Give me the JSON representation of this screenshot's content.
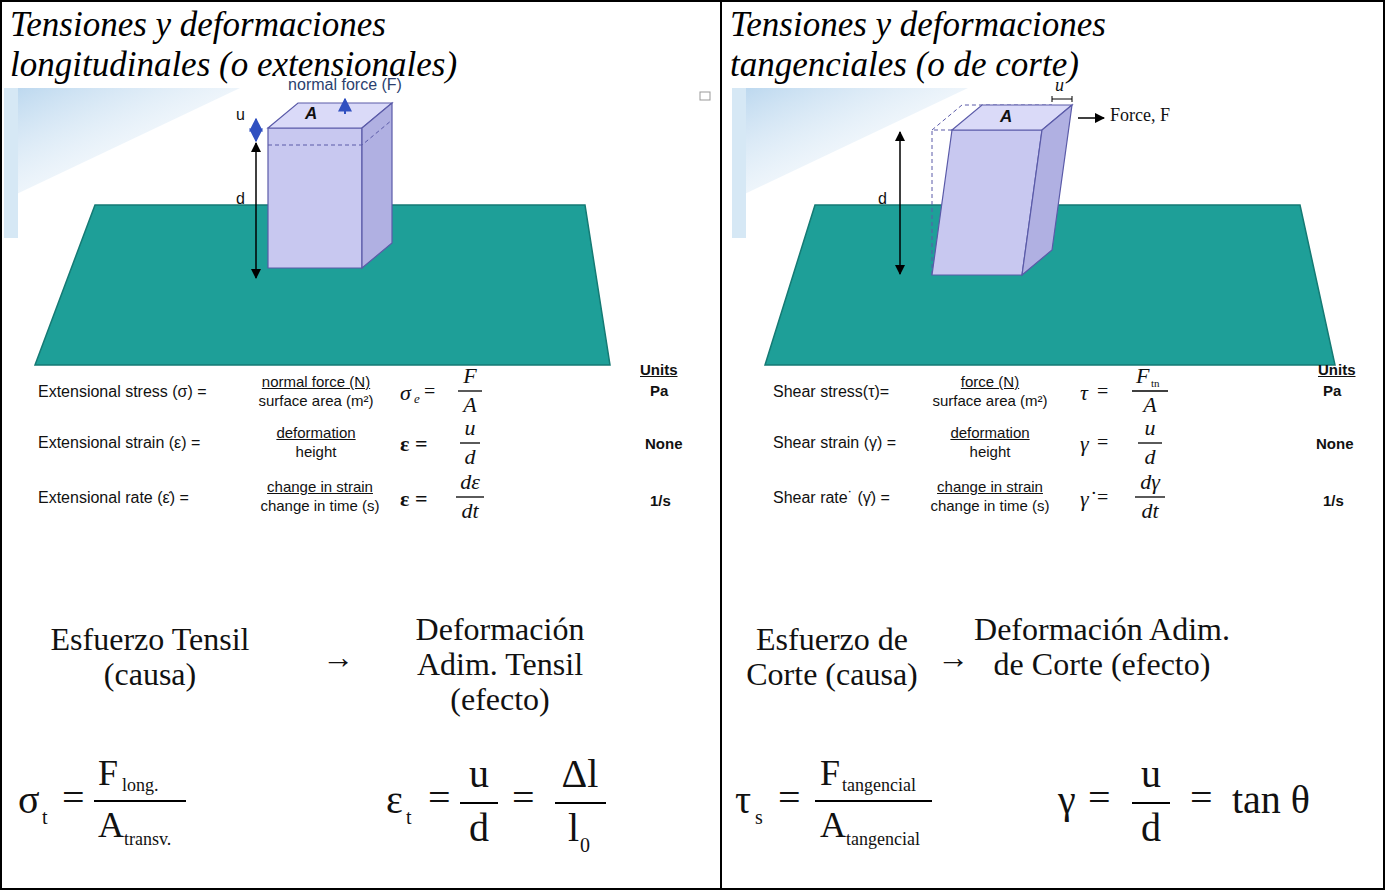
{
  "diagram": {
    "nodes": [
      {
        "text": [
          "Tensiones y deformaciones longitudinales (o extensionales)"
        ]
      },
      {
        "text": [
          "Tensiones y deformaciones tangenciales (o de corte)"
        ]
      }
    ],
    "labels": [
      "normal force (F)",
      "u",
      "A",
      "d",
      "Units",
      "Extensional stress (σ) =",
      "normal force (N)",
      "surface area (m²)",
      "σ",
      "e",
      "=",
      "F",
      "A",
      "Pa",
      "Extensional strain (ε) =",
      "deformation",
      "height",
      "ε =",
      "u",
      "d",
      "None",
      "Extensional rate (ε̇) =",
      "change in strain",
      "change in time (s)",
      "ε =",
      "dε",
      "dt",
      "1/s",
      "u",
      "A",
      "Force, F",
      "d",
      "Units",
      "Shear stress(τ)=",
      "force (N)",
      "surface area (m²)",
      "τ",
      "=",
      "F",
      "tn",
      "A",
      "Pa",
      "Shear strain (γ) =",
      "deformation",
      "height",
      "γ",
      "=",
      "u",
      "d",
      "None",
      "Shear rate˙ (γ̇) =",
      "change in strain",
      "change in time (s)",
      "γ̇",
      "=",
      "dγ",
      "dt",
      "1/s",
      "Esfuerzo Tensil (causa)",
      "→",
      "Deformación Adim. Tensil (efecto)",
      "σ",
      "t",
      "=",
      "F",
      "long.",
      "A",
      "transv.",
      "ε",
      "t",
      "=",
      "u",
      "d",
      "=",
      "Δl",
      "l",
      "0",
      "Esfuerzo de Corte (causa)",
      "→",
      "Deformación Adim. de Corte (efecto)",
      "τ",
      "s",
      "=",
      "F",
      "tangencial",
      "A",
      "tangencial",
      "γ",
      "=",
      "u",
      "d",
      "=",
      "tan θ"
    ]
  }
}
